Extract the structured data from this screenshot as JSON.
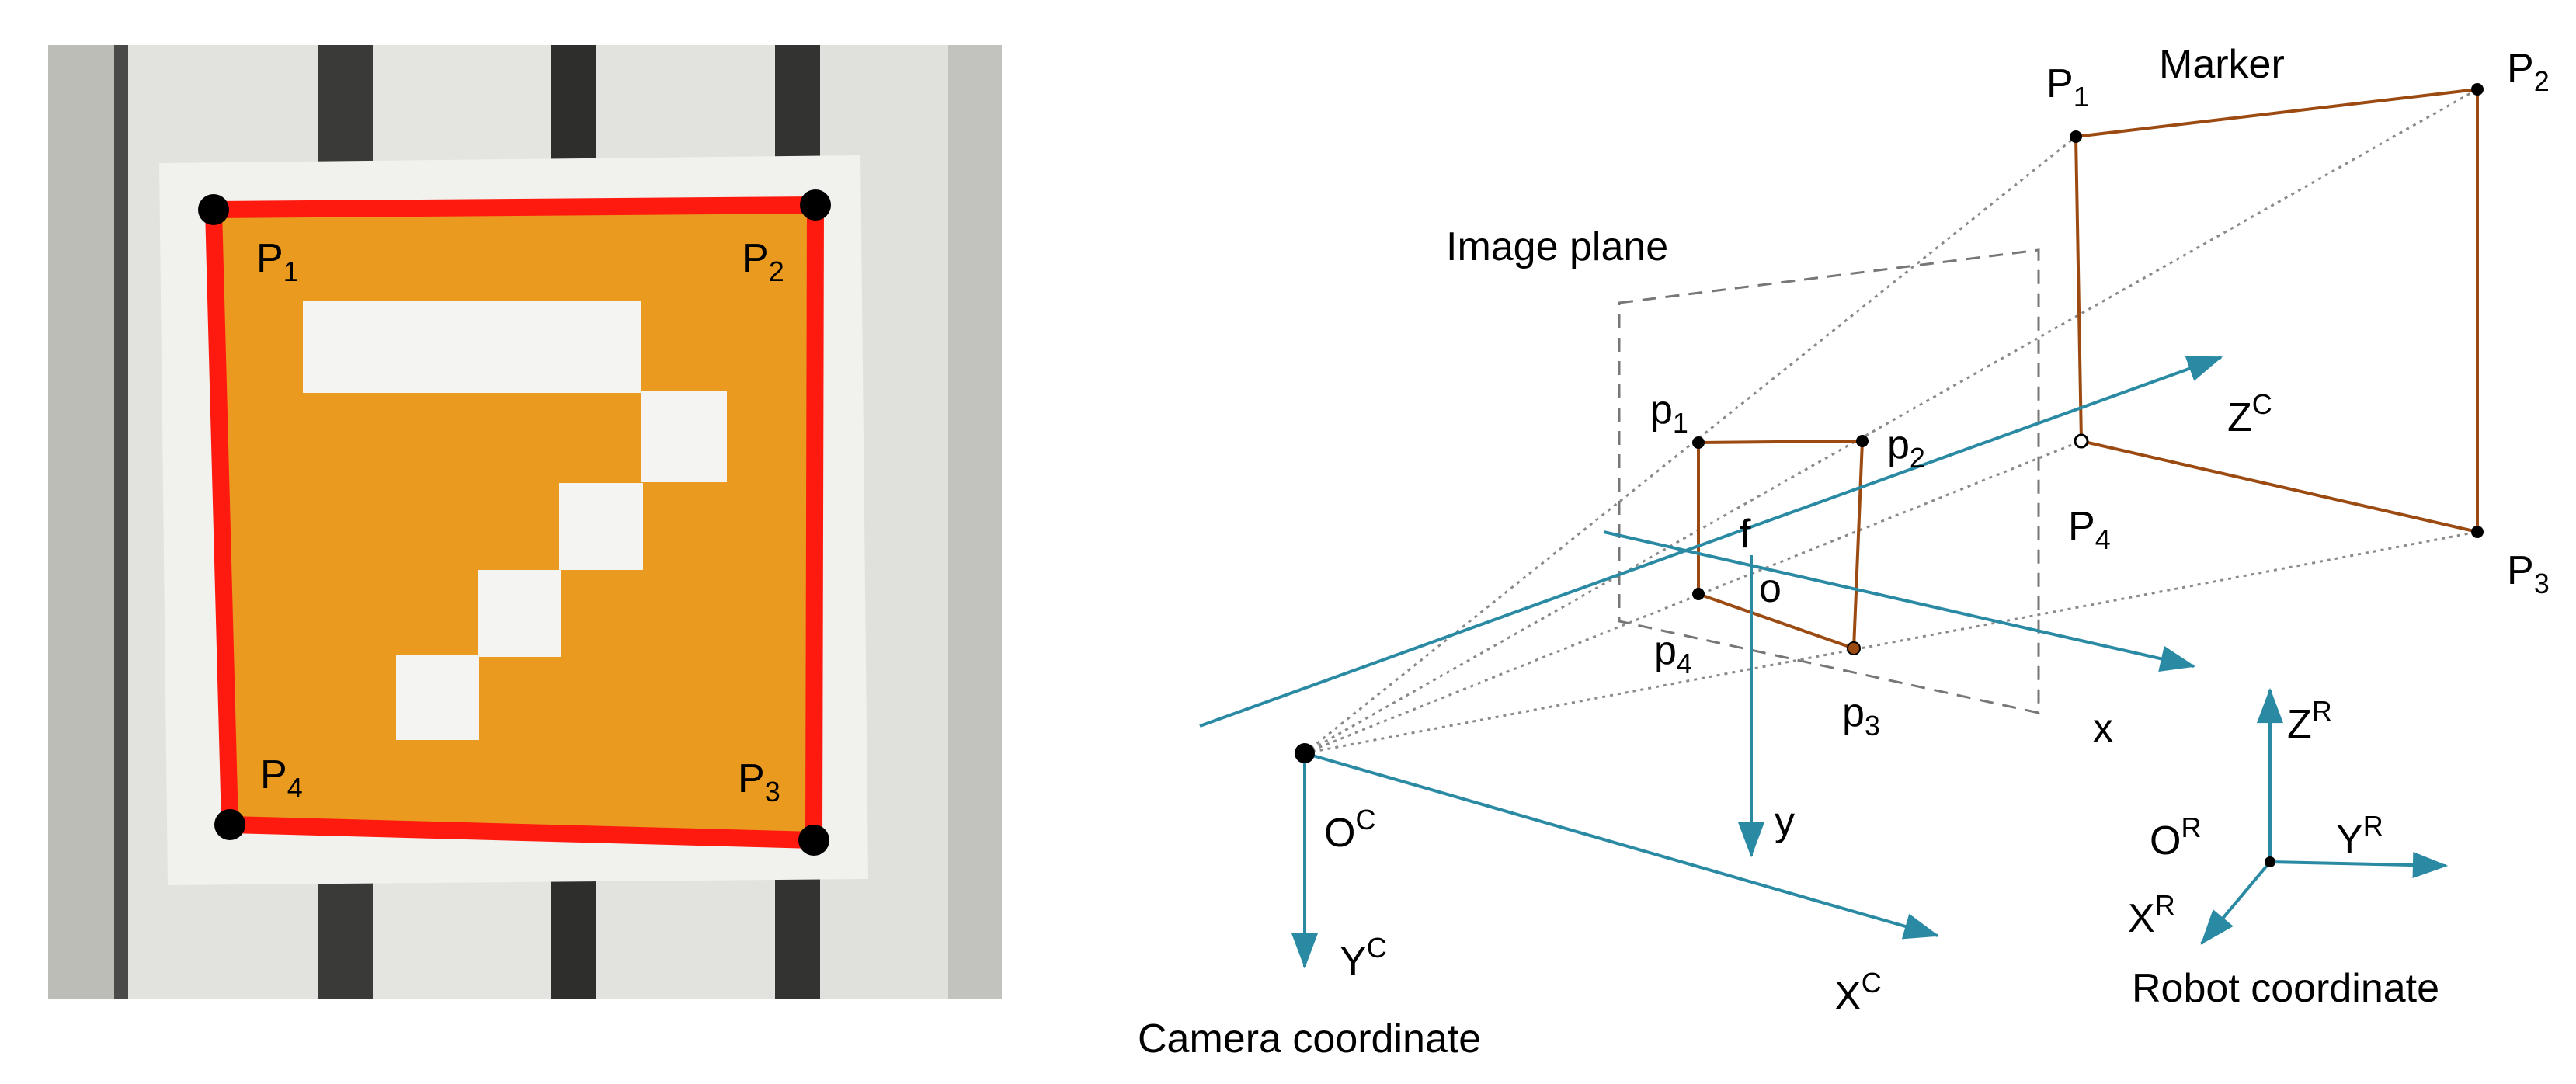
{
  "photo": {
    "corners": [
      {
        "base": "P",
        "sub": "1"
      },
      {
        "base": "P",
        "sub": "2"
      },
      {
        "base": "P",
        "sub": "3"
      },
      {
        "base": "P",
        "sub": "4"
      }
    ]
  },
  "diagram": {
    "marker_label": "Marker",
    "image_plane_label": "Image plane",
    "marker_points": [
      {
        "base": "P",
        "sub": "1"
      },
      {
        "base": "P",
        "sub": "2"
      },
      {
        "base": "P",
        "sub": "3"
      },
      {
        "base": "P",
        "sub": "4"
      }
    ],
    "image_points": [
      {
        "base": "p",
        "sub": "1"
      },
      {
        "base": "p",
        "sub": "2"
      },
      {
        "base": "p",
        "sub": "3"
      },
      {
        "base": "p",
        "sub": "4"
      }
    ],
    "focal_label": "f",
    "principal_point_label": "o",
    "image_axis_x": "x",
    "image_axis_y": "y",
    "camera": {
      "origin": {
        "base": "O",
        "sup": "C"
      },
      "x_axis": {
        "base": "X",
        "sup": "C"
      },
      "y_axis": {
        "base": "Y",
        "sup": "C"
      },
      "z_axis": {
        "base": "Z",
        "sup": "C"
      },
      "caption": "Camera coordinate"
    },
    "robot": {
      "origin": {
        "base": "O",
        "sup": "R"
      },
      "x_axis": {
        "base": "X",
        "sup": "R"
      },
      "y_axis": {
        "base": "Y",
        "sup": "R"
      },
      "z_axis": {
        "base": "Z",
        "sup": "R"
      },
      "caption": "Robot coordinate"
    }
  },
  "colors": {
    "marker_orange": "#e99a1f",
    "marker_white": "#f4f4f2",
    "outline_red": "#ff1a10",
    "brown": "#9b4a12",
    "teal": "#2a8aa3",
    "dotted_gray": "#8a8a8a",
    "photo_bg": "#d6d6d3"
  }
}
